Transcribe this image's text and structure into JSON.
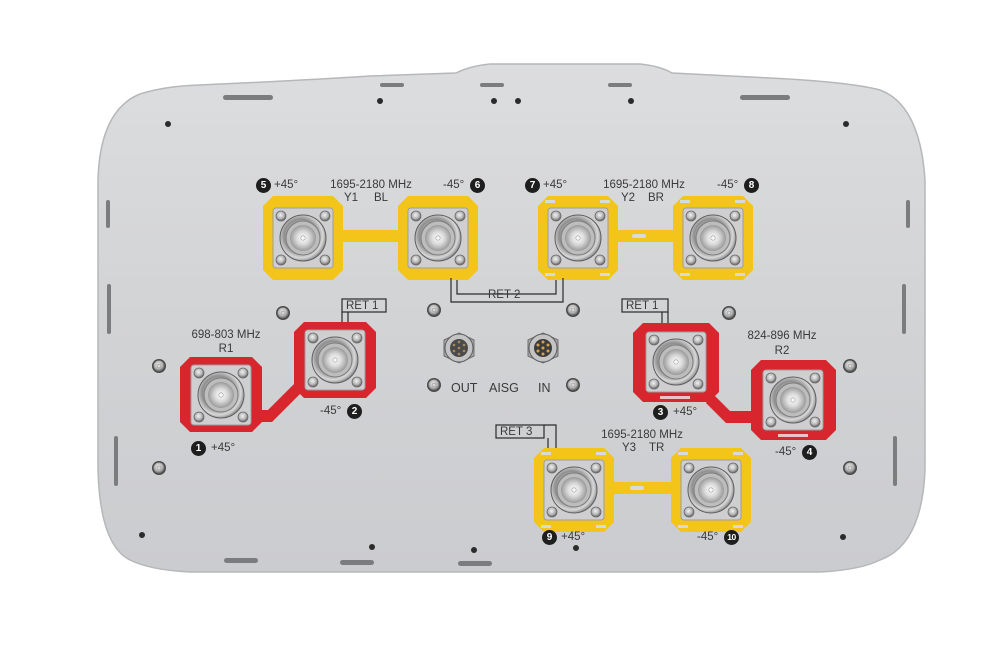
{
  "panel": {
    "description": "Antenna connector panel (rear view)",
    "colors": {
      "background": "#ffffff",
      "panel": "#d4d5d7",
      "panel_edge": "#bfc0c2",
      "yellow_plate": "#f3c51a",
      "red_plate": "#d7262d",
      "text": "#3a3a3a",
      "badge": "#1e1e1e"
    }
  },
  "groups": {
    "y1": {
      "band": "1695-2180 MHz",
      "name": "Y1",
      "position": "BL"
    },
    "y2": {
      "band": "1695-2180 MHz",
      "name": "Y2",
      "position": "BR"
    },
    "y3": {
      "band": "1695-2180 MHz",
      "name": "Y3",
      "position": "TR"
    },
    "r1": {
      "band": "698-803 MHz",
      "name": "R1"
    },
    "r2": {
      "band": "824-896 MHz",
      "name": "R2"
    }
  },
  "ports": [
    {
      "number": "1",
      "polarization": "+45°"
    },
    {
      "number": "2",
      "polarization": "-45°"
    },
    {
      "number": "3",
      "polarization": "+45°"
    },
    {
      "number": "4",
      "polarization": "-45°"
    },
    {
      "number": "5",
      "polarization": "+45°"
    },
    {
      "number": "6",
      "polarization": "-45°"
    },
    {
      "number": "7",
      "polarization": "+45°"
    },
    {
      "number": "8",
      "polarization": "-45°"
    },
    {
      "number": "9",
      "polarization": "+45°"
    },
    {
      "number": "10",
      "polarization": "-45°"
    }
  ],
  "ret_labels": {
    "ret1_left": "RET 1",
    "ret1_right": "RET 1",
    "ret2": "RET 2",
    "ret3": "RET 3"
  },
  "aisg": {
    "out": "OUT",
    "title": "AISG",
    "in": "IN"
  }
}
